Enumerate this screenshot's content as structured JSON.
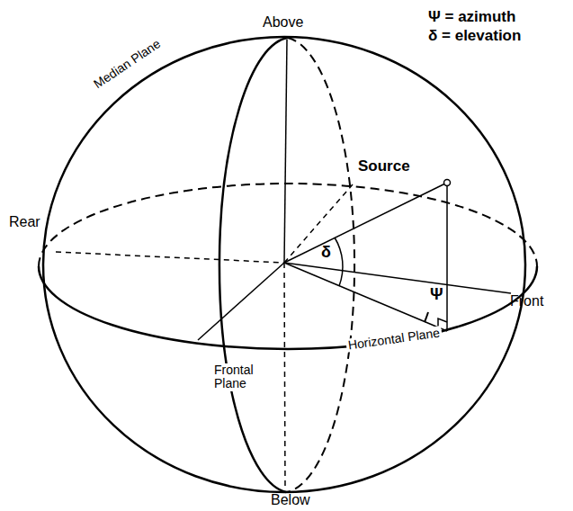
{
  "diagram": {
    "labels": [
      "Above",
      "Ψ = azimuth",
      "δ = elevation",
      "Median Plane",
      "Source",
      "Rear",
      "δ",
      "Ψ",
      "Front",
      "Horizontal Plane",
      "Frontal Plane",
      "Below"
    ]
  }
}
